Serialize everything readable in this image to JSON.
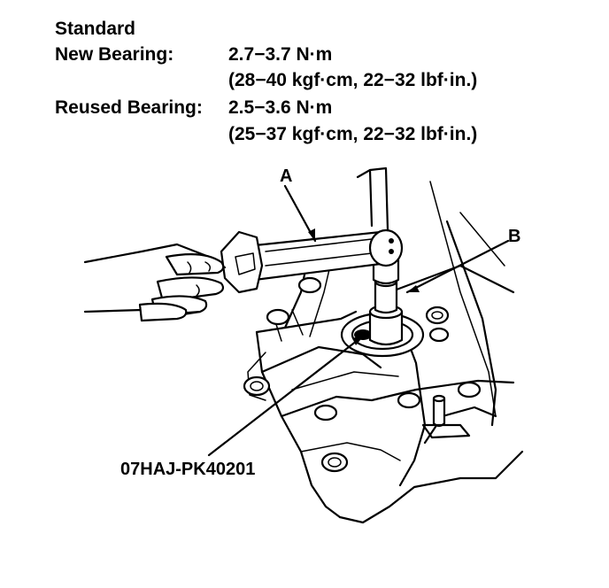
{
  "spec": {
    "heading": "Standard",
    "new_label": "New Bearing:",
    "new_value": "2.7−3.7 N·m",
    "new_alt": "(28−40 kgf·cm, 22−32 lbf·in.)",
    "reused_label": "Reused Bearing:",
    "reused_value": "2.5−3.6 N·m",
    "reused_alt": "(25−37 kgf·cm, 22−32 lbf·in.)"
  },
  "callouts": {
    "a": "A",
    "b": "B",
    "tool_number": "07HAJ-PK40201"
  }
}
